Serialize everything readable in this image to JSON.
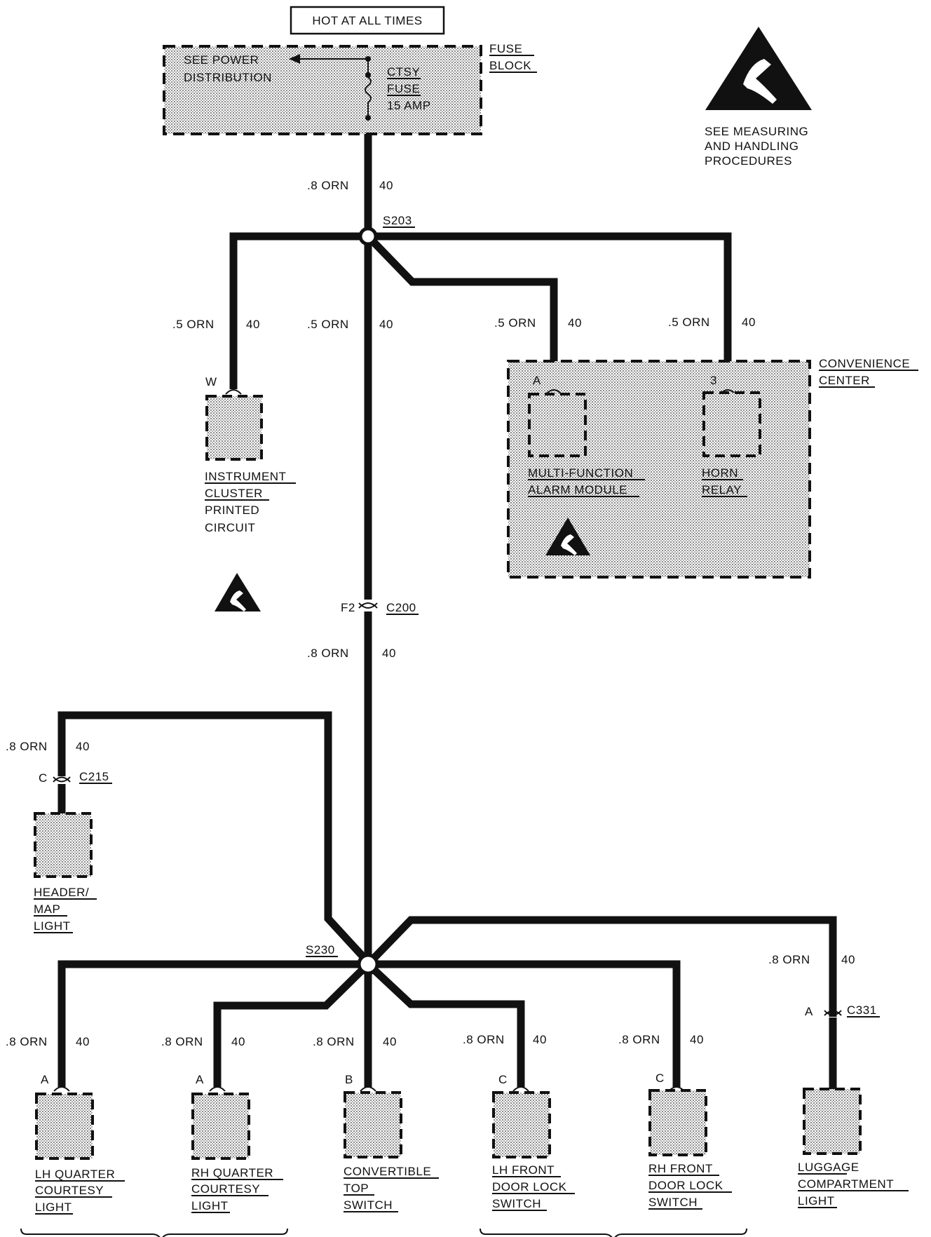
{
  "header": {
    "hot": "HOT AT ALL TIMES"
  },
  "fuse_block": {
    "see1": "SEE POWER",
    "see2": "DISTRIBUTION",
    "f1": "CTSY",
    "f2": "FUSE",
    "f3": "15 AMP",
    "label1": "FUSE",
    "label2": "BLOCK"
  },
  "esd_note": {
    "l1": "SEE MEASURING",
    "l2": "AND HANDLING",
    "l3": "PROCEDURES"
  },
  "wires": {
    "w_main_top": ".8 ORN",
    "c_main_top": "40",
    "w_ic": ".5 ORN",
    "c_ic": "40",
    "w_mid": ".5 ORN",
    "c_mid": "40",
    "w_mfam": ".5 ORN",
    "c_mfam": "40",
    "w_horn": ".5 ORN",
    "c_horn": "40",
    "w_below_c200": ".8 ORN",
    "c_below_c200": "40",
    "w_header": ".8 ORN",
    "c_header": "40",
    "w_lug": ".8 ORN",
    "c_lug": "40",
    "w_lhq": ".8 ORN",
    "c_lhq": "40",
    "w_rhq": ".8 ORN",
    "c_rhq": "40",
    "w_conv": ".8 ORN",
    "c_conv": "40",
    "w_lhf": ".8 ORN",
    "c_lhf": "40",
    "w_rhf": ".8 ORN",
    "c_rhf": "40"
  },
  "splices": {
    "s203": "S203",
    "s230": "S230"
  },
  "connectors": {
    "c200": "C200",
    "c200_pin": "F2",
    "c215": "C215",
    "c215_pin": "C",
    "c331": "C331",
    "c331_pin": "A"
  },
  "pins": {
    "ic": "W",
    "mfam": "A",
    "horn": "3",
    "lhq": "A",
    "rhq": "A",
    "conv": "B",
    "lhf": "C",
    "rhf": "C"
  },
  "components": {
    "ic": [
      "INSTRUMENT",
      "CLUSTER",
      "PRINTED",
      "CIRCUIT"
    ],
    "conv_center": [
      "CONVENIENCE",
      "CENTER"
    ],
    "mfam": [
      "MULTI-FUNCTION",
      "ALARM MODULE"
    ],
    "horn": [
      "HORN",
      "RELAY"
    ],
    "header": [
      "HEADER/",
      "MAP",
      "LIGHT"
    ],
    "lhq": [
      "LH QUARTER",
      "COURTESY",
      "LIGHT"
    ],
    "rhq": [
      "RH QUARTER",
      "COURTESY",
      "LIGHT"
    ],
    "conv": [
      "CONVERTIBLE",
      "TOP",
      "SWITCH"
    ],
    "lhf": [
      "LH FRONT",
      "DOOR LOCK",
      "SWITCH"
    ],
    "rhf": [
      "RH FRONT",
      "DOOR LOCK",
      "SWITCH"
    ],
    "lug": [
      "LUGGAGE",
      "COMPARTMENT",
      "LIGHT"
    ]
  },
  "colors": {
    "ink": "#111111",
    "fill": "#c8c8c8"
  }
}
